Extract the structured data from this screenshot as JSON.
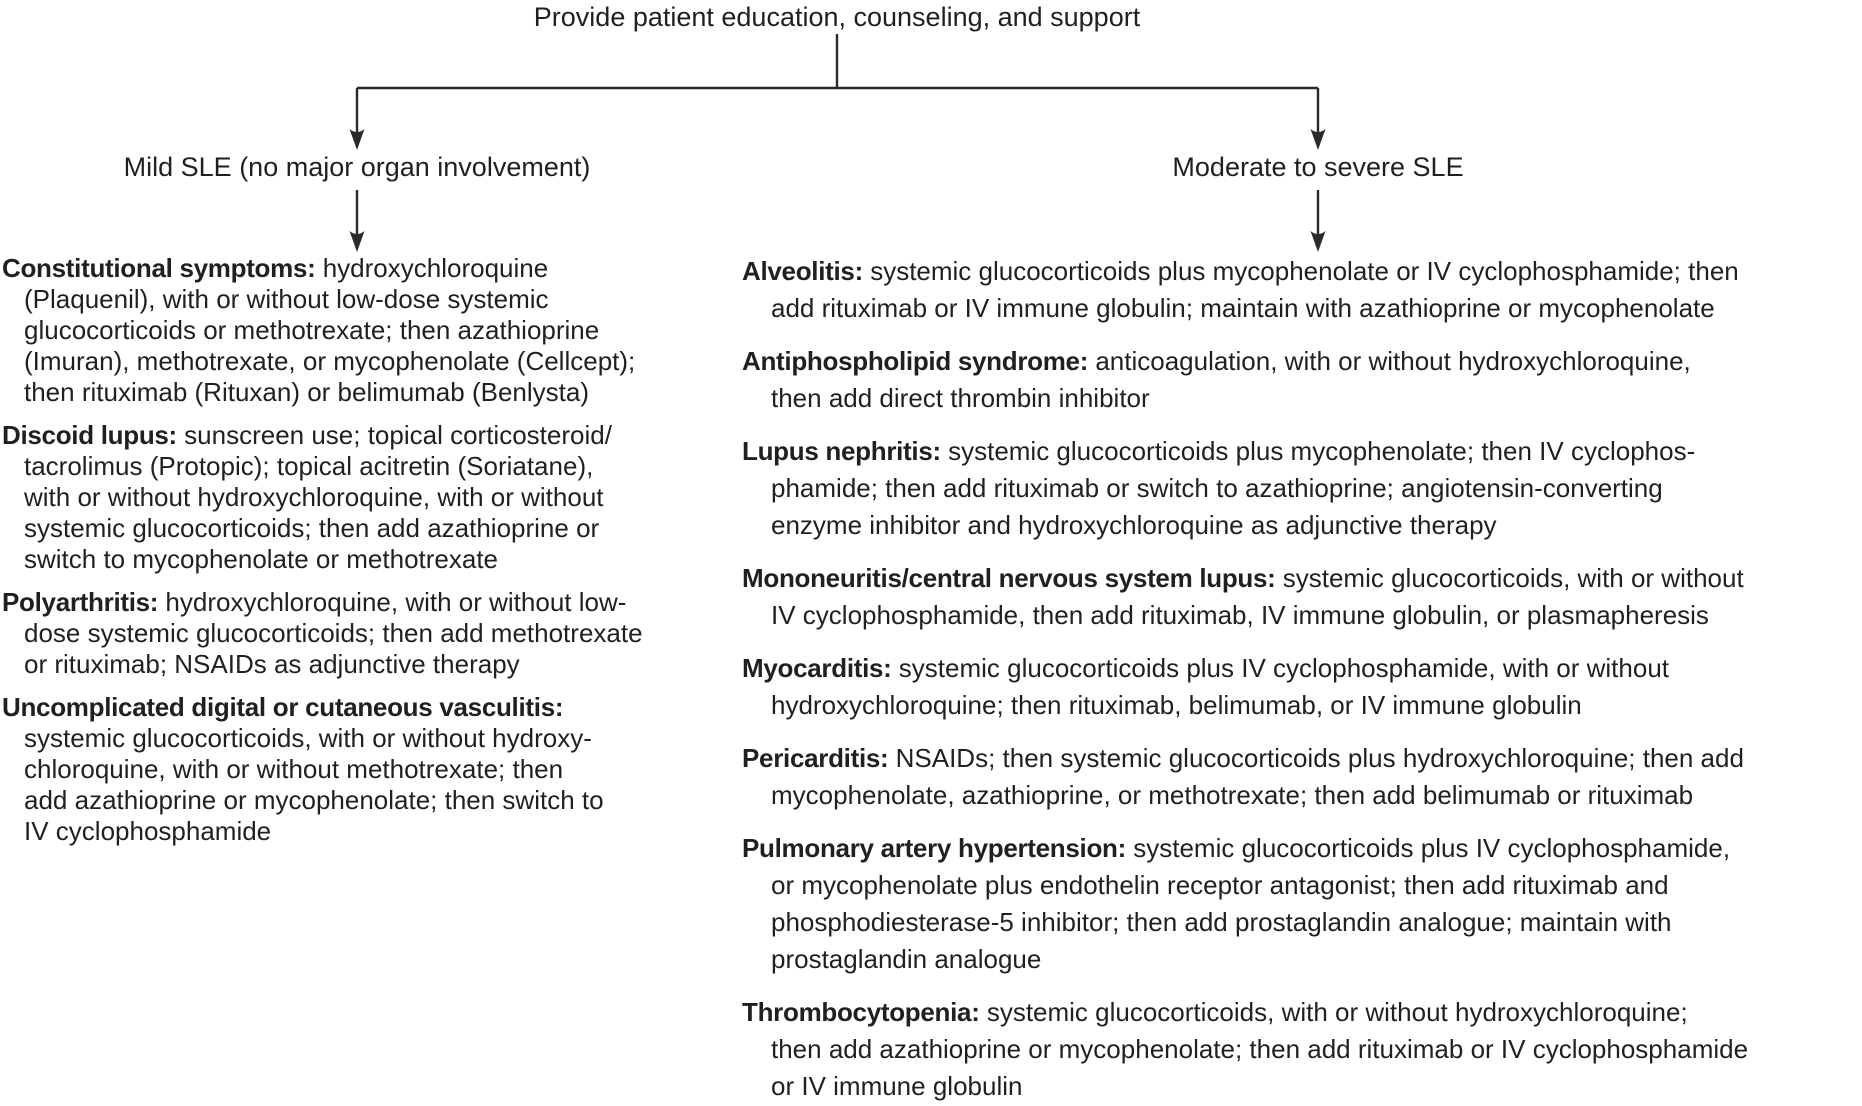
{
  "figure": {
    "root_label": "Provide patient education, counseling, and support",
    "branch_left_label": "Mild SLE (no major organ involvement)",
    "branch_right_label": "Moderate to severe SLE"
  },
  "left_column": {
    "entries": [
      {
        "heading": "Constitutional symptoms:",
        "first": "hydroxychloroquine",
        "rest": [
          "(Plaquenil), with or without low-dose systemic",
          "glucocorticoids or methotrexate; then azathioprine",
          "(Imuran), methotrexate, or mycophenolate (Cellcept);",
          "then rituximab (Rituxan) or belimumab (Benlysta)"
        ]
      },
      {
        "heading": "Discoid lupus:",
        "first": "sunscreen use; topical corticosteroid/",
        "rest": [
          "tacrolimus (Protopic); topical acitretin (Soriatane),",
          "with or without hydroxychloroquine, with or without",
          "systemic glucocorticoids; then add azathioprine or",
          "switch to mycophenolate or methotrexate"
        ]
      },
      {
        "heading": "Polyarthritis:",
        "first": "hydroxychloroquine, with or without low-",
        "rest": [
          "dose systemic glucocorticoids; then add methotrexate",
          "or rituximab; NSAIDs as adjunctive therapy"
        ]
      },
      {
        "heading": "Uncomplicated digital or cutaneous vasculitis:",
        "first": "",
        "rest": [
          "systemic glucocorticoids, with or without hydroxy-",
          "chloroquine, with or without methotrexate; then",
          "add azathioprine or mycophenolate; then switch to",
          "IV cyclophosphamide"
        ]
      }
    ]
  },
  "right_column": {
    "entries": [
      {
        "heading": "Alveolitis:",
        "first": "systemic glucocorticoids plus mycophenolate or IV cyclophosphamide; then",
        "rest": [
          "add rituximab or IV immune globulin; maintain with azathioprine or mycophenolate"
        ]
      },
      {
        "heading": "Antiphospholipid syndrome:",
        "first": "anticoagulation, with or without hydroxychloroquine,",
        "rest": [
          "then add direct thrombin inhibitor"
        ]
      },
      {
        "heading": "Lupus nephritis:",
        "first": "systemic glucocorticoids plus mycophenolate; then IV cyclophos-",
        "rest": [
          "phamide; then add rituximab or switch to azathioprine; angiotensin-converting",
          "enzyme inhibitor and hydroxychloroquine as adjunctive therapy"
        ]
      },
      {
        "heading": "Mononeuritis/central nervous system lupus:",
        "first": "systemic glucocorticoids, with or without",
        "rest": [
          "IV cyclophosphamide, then add rituximab, IV immune globulin, or plasmapheresis"
        ]
      },
      {
        "heading": "Myocarditis:",
        "first": "systemic glucocorticoids plus IV cyclophosphamide, with or without",
        "rest": [
          "hydroxychloroquine; then rituximab, belimumab, or IV immune globulin"
        ]
      },
      {
        "heading": "Pericarditis:",
        "first": "NSAIDs; then systemic glucocorticoids plus hydroxychloroquine; then add",
        "rest": [
          "mycophenolate, azathioprine, or methotrexate; then add belimumab or rituximab"
        ]
      },
      {
        "heading": "Pulmonary artery hypertension:",
        "first": "systemic glucocorticoids plus IV cyclophosphamide,",
        "rest": [
          "or mycophenolate plus endothelin receptor antagonist; then add rituximab and",
          "phosphodiesterase-5 inhibitor; then add prostaglandin analogue; maintain with",
          "prostaglandin analogue"
        ]
      },
      {
        "heading": "Thrombocytopenia:",
        "first": "systemic glucocorticoids, with or without hydroxychloroquine;",
        "rest": [
          "then add azathioprine or mycophenolate; then add rituximab or IV cyclophosphamide",
          "or IV immune globulin"
        ]
      }
    ]
  },
  "colors": {
    "text": "#231f20",
    "line": "#2b292a",
    "background": "#ffffff"
  }
}
